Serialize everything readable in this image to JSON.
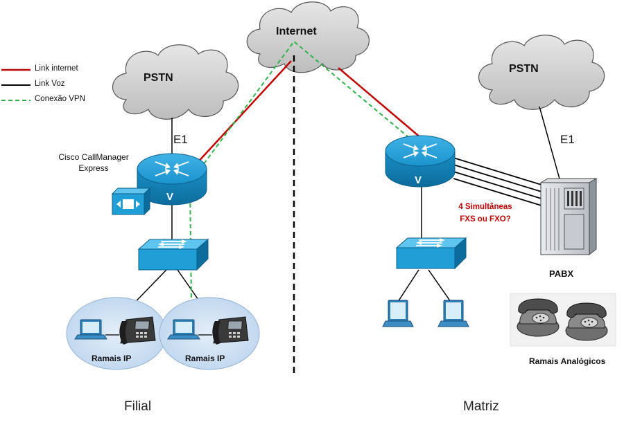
{
  "legend": {
    "internet_label": "Link internet",
    "voice_label": "Link Voz",
    "vpn_label": "Conexão VPN",
    "internet_color": "#c00000",
    "voice_color": "#000000",
    "vpn_color": "#2db34a"
  },
  "clouds": {
    "internet": "Internet",
    "pstn_left": "PSTN",
    "pstn_right": "PSTN"
  },
  "links": {
    "e1_left": "E1",
    "e1_right": "E1"
  },
  "filial": {
    "router_label": "Cisco CallManager\nExpress",
    "router_letter": "V",
    "ip_group_left": "Ramais IP",
    "ip_group_right": "Ramais IP",
    "site_label": "Filial"
  },
  "matriz": {
    "router_letter": "V",
    "trunk_note": "4 Simultâneas\nFXS ou FXO?",
    "pabx_label": "PABX",
    "analog_label": "Ramais Analógicos",
    "site_label": "Matriz"
  },
  "colors": {
    "device_blue": "#1f9fd6",
    "device_dark": "#0d6f9e",
    "cloud_fill": "#d2d2d2",
    "ip_group_fill": "#cfe3f5"
  }
}
